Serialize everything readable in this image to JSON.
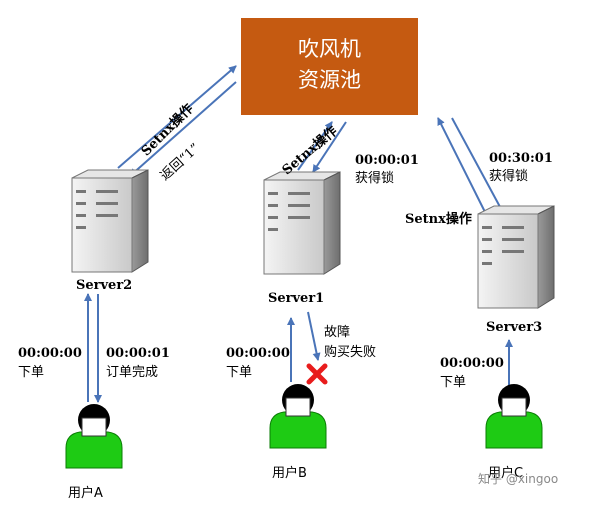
{
  "pool": {
    "line1": "吹风机",
    "line2": "资源池"
  },
  "servers": {
    "server2": "Server2",
    "server1": "Server1",
    "server3": "Server3"
  },
  "users": {
    "a": "用户A",
    "b": "用户B",
    "c": "用户C"
  },
  "labels": {
    "setnx_left": "Setnx操作",
    "return_1": "返回“1”",
    "setnx_mid": "Setnx操作",
    "mid_time": "00:00:01",
    "mid_lock": "获得锁",
    "right_time": "00:30:01",
    "right_lock": "获得锁",
    "setnx_right": "Setnx操作",
    "a_order_time": "00:00:00",
    "a_order": "下单",
    "a_done_time": "00:00:01",
    "a_done": "订单完成",
    "b_order_time": "00:00:00",
    "b_order": "下单",
    "b_fault": "故障",
    "b_fail": "购买失败",
    "c_order_time": "00:00:00",
    "c_order": "下单"
  },
  "watermark": "知乎 @xingoo",
  "colors": {
    "pool": "#c55a11",
    "arrow": "#4a74b8",
    "user": "#1ecb14",
    "fail": "#e81c1c"
  }
}
